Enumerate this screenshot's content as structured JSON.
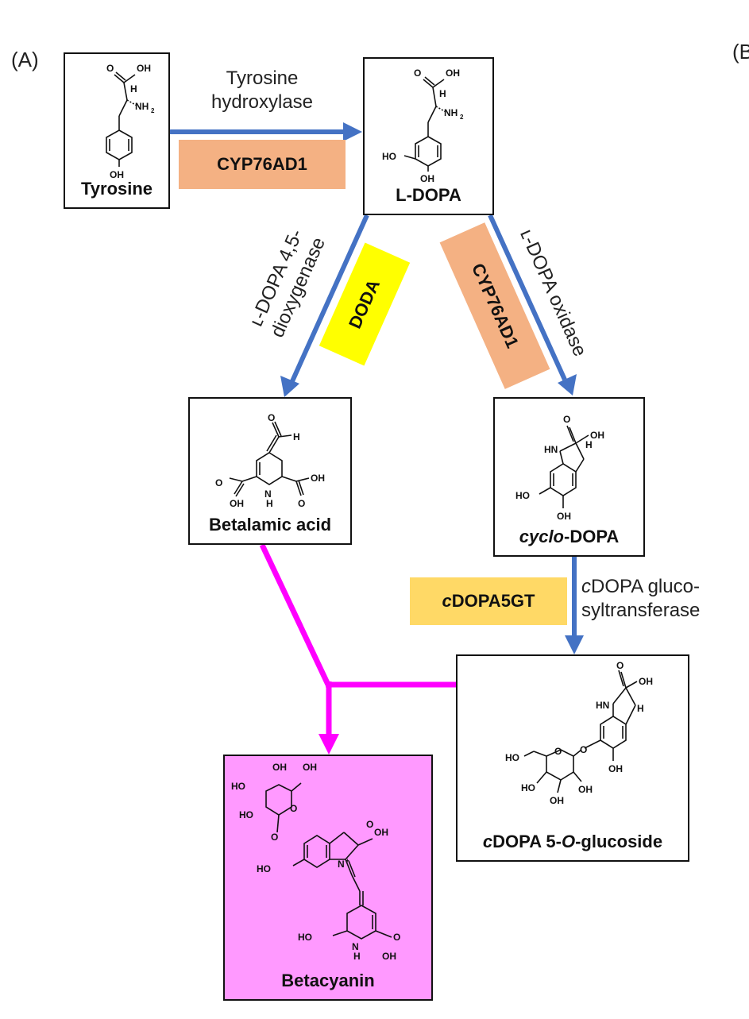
{
  "panels": {
    "a": "(A)",
    "b_cut": "(B"
  },
  "compounds": {
    "tyrosine": "Tyrosine",
    "ldopa": "L-DOPA",
    "betalamic": "Betalamic acid",
    "cyclodopa_italic": "cyclo",
    "cyclodopa_rest": "-DOPA",
    "glucoside_a": "c",
    "glucoside_b": "DOPA 5-",
    "glucoside_c": "O",
    "glucoside_d": "-glucoside",
    "betacyanin": "Betacyanin"
  },
  "enzymes": {
    "tyr_hydroxylase_1": "Tyrosine",
    "tyr_hydroxylase_2": "hydroxylase",
    "doda_name_1": "ʟ-DOPA 4,5-",
    "doda_name_2": "dioxygenase",
    "oxidase_name": "ʟ-DOPA oxidase",
    "glucosyl_1_italic": "c",
    "glucosyl_1_rest": "DOPA gluco-",
    "glucosyl_2": "syltransferase"
  },
  "tags": {
    "cyp_top": "CYP76AD1",
    "doda": "DODA",
    "cyp_side": "CYP76AD1",
    "cdopa5gt_italic": "c",
    "cdopa5gt_rest": "DOPA5GT"
  },
  "colors": {
    "arrow_blue": "#4472c4",
    "arrow_magenta": "#ff00ff",
    "tag_salmon": "#f4b183",
    "tag_yellow": "#ffff00",
    "tag_gold": "#ffd966",
    "betacyanin_fill": "#ff99ff"
  }
}
